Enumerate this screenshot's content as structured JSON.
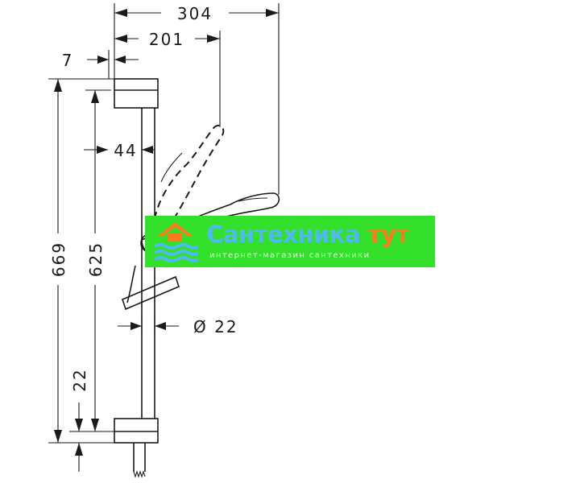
{
  "dimensions": {
    "overall_width": "304",
    "handle_width": "201",
    "bracket_offset": "7",
    "rail_offset": "44",
    "total_height": "669",
    "rail_height": "625",
    "rail_diameter": "Ø 22",
    "bottom_offset": "22"
  },
  "watermark": {
    "title_part1": "Сантехника",
    "title_part2": "тут",
    "subtitle": "интернет-магазин сантехники",
    "colors": {
      "background": "#33e02a",
      "title": "#4fb8f5",
      "accent": "#ff7a1a"
    }
  }
}
